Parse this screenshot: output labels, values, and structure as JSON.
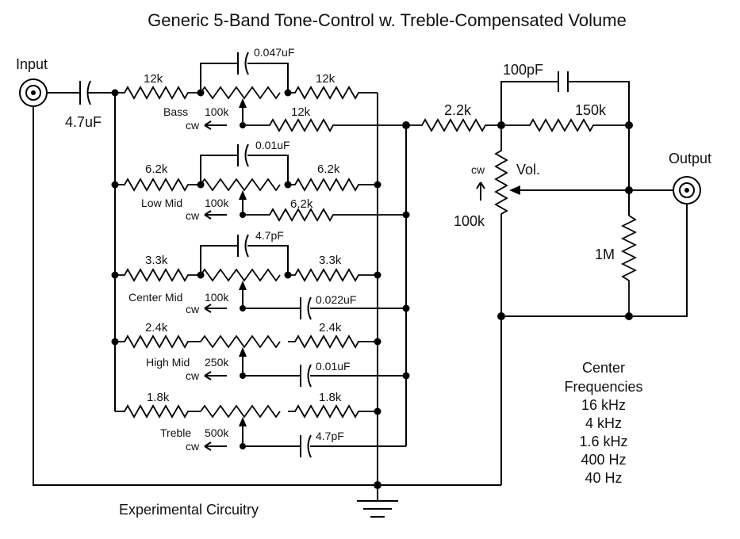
{
  "title": "Generic 5-Band Tone-Control w. Treble-Compensated Volume",
  "input_label": "Input",
  "output_label": "Output",
  "input_cap": "4.7uF",
  "bands": [
    {
      "name": "Bass",
      "r_left": "12k",
      "r_right": "12k",
      "pot": "100k",
      "bridge_cap": "0.047uF",
      "wiper_part": "12k"
    },
    {
      "name": "Low Mid",
      "r_left": "6.2k",
      "r_right": "6.2k",
      "pot": "100k",
      "bridge_cap": "0.01uF",
      "wiper_part": "6.2k"
    },
    {
      "name": "Center Mid",
      "r_left": "3.3k",
      "r_right": "3.3k",
      "pot": "100k",
      "bridge_cap": "4.7pF",
      "wiper_part": "0.022uF"
    },
    {
      "name": "High Mid",
      "r_left": "2.4k",
      "r_right": "2.4k",
      "pot": "250k",
      "wiper_part": "0.01uF"
    },
    {
      "name": "Treble",
      "r_left": "1.8k",
      "r_right": "1.8k",
      "pot": "500k",
      "wiper_part": "4.7pF"
    }
  ],
  "cw_label": "cw",
  "series_resistor": "2.2k",
  "feedback_cap": "100pF",
  "feedback_resistor": "150k",
  "volume_label": "Vol.",
  "volume_pot": "100k",
  "load_resistor": "1M",
  "center_freq_title": [
    "Center",
    "Frequencies"
  ],
  "center_freqs": [
    "16 kHz",
    "4 kHz",
    "1.6 kHz",
    "400 Hz",
    "40 Hz"
  ],
  "footer": "Experimental Circuitry"
}
